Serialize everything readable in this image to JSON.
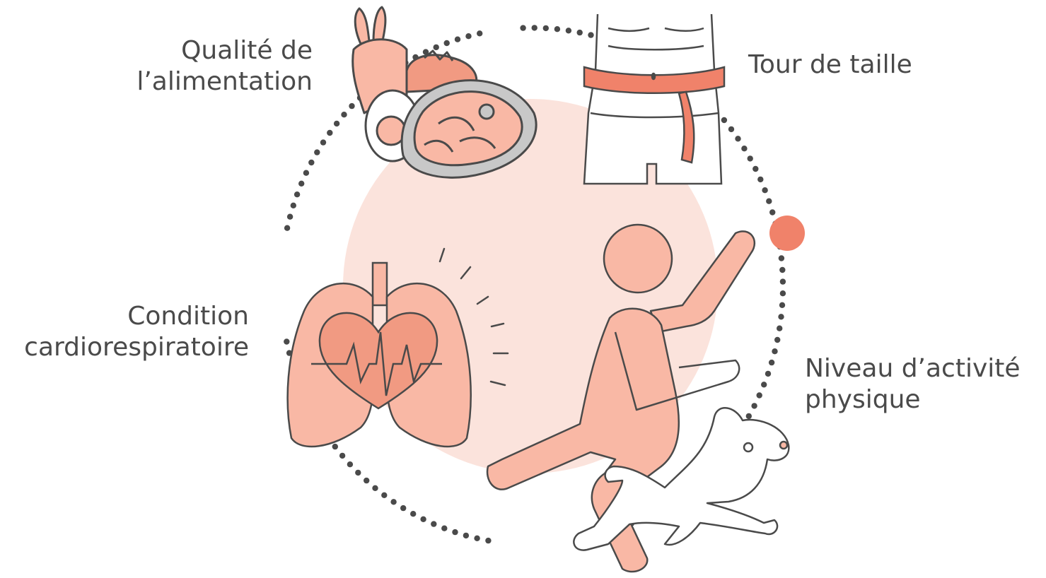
{
  "labels": {
    "food": {
      "line1": "Qualité de",
      "line2": "l’alimentation"
    },
    "waist": {
      "line1": "Tour de taille"
    },
    "cardio": {
      "line1": "Condition",
      "line2": "cardiorespiratoire"
    },
    "activity": {
      "line1": "Niveau d’activité",
      "line2": "physique"
    }
  },
  "colors": {
    "background_circle": "#fbe3dc",
    "light_salmon": "#f9b8a5",
    "salmon": "#f19a82",
    "dark_salmon": "#e9806a",
    "outline": "#4a4a4a",
    "dots": "#4a4a4a",
    "grey_fat": "#c8c8c8",
    "tape": "#f0826a"
  },
  "icons": [
    "food-icon",
    "waist-measure-icon",
    "lungs-heart-icon",
    "runner-icon",
    "dog-icon",
    "ball-icon"
  ]
}
